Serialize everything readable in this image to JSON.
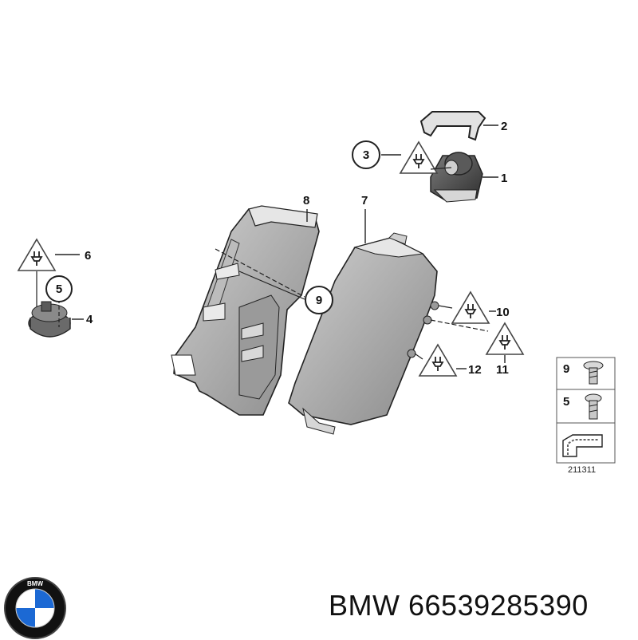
{
  "callouts": {
    "c1": "1",
    "c2": "2",
    "c3": "3",
    "c4": "4",
    "c5": "5",
    "c6": "6",
    "c7": "7",
    "c8": "8",
    "c9": "9",
    "c10": "10",
    "c11": "11",
    "c12": "12"
  },
  "legend": {
    "row1": "9",
    "row2": "5",
    "code": "211311"
  },
  "caption": {
    "brand": "BMW",
    "part_number": "66539285390"
  },
  "logo": {
    "letters": "BMW",
    "colors": {
      "blue": "#1c69d4",
      "white": "#ffffff",
      "ring": "#111111"
    }
  }
}
